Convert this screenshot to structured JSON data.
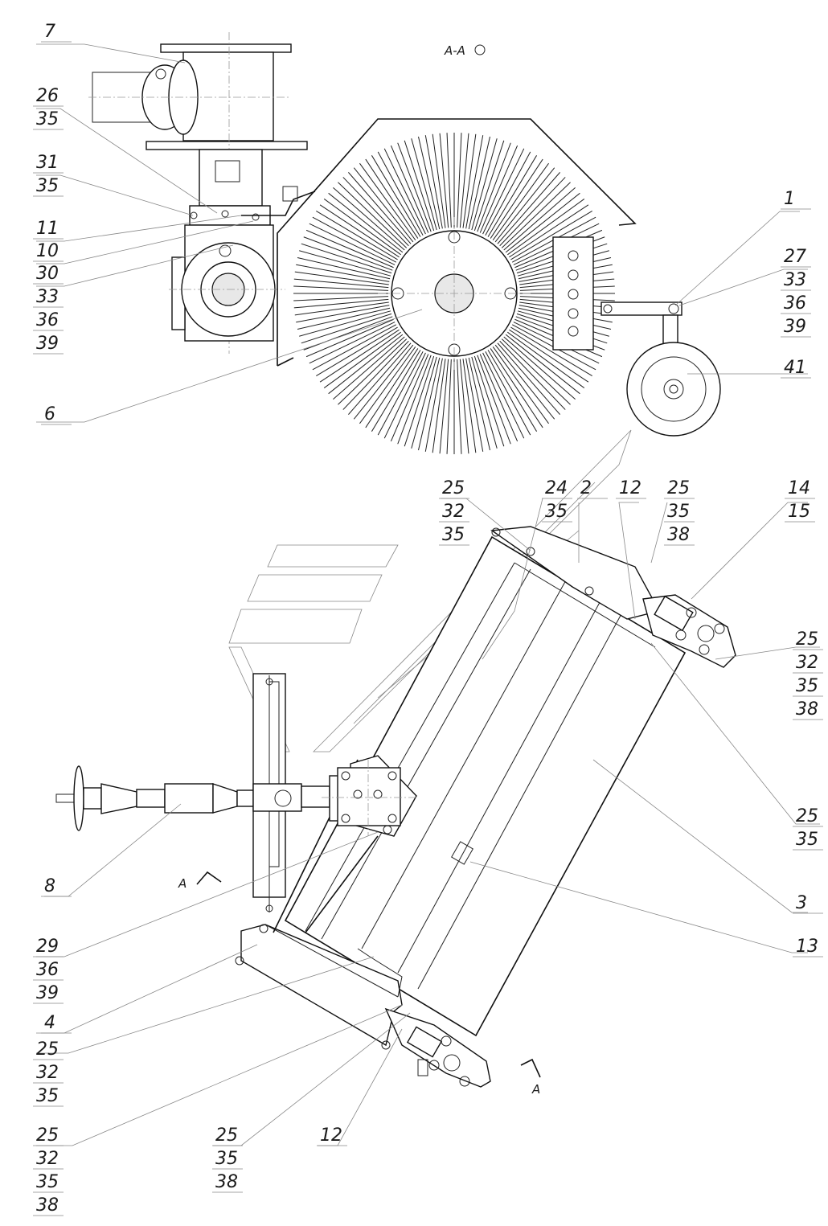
{
  "section_title": "A-A",
  "section_mark": "A",
  "section_mark_bottom": "A",
  "callouts": [
    {
      "id": "c7",
      "lines": [
        "7"
      ]
    },
    {
      "id": "c26",
      "lines": [
        "26",
        "35"
      ]
    },
    {
      "id": "c31",
      "lines": [
        "31",
        "35"
      ]
    },
    {
      "id": "c11",
      "lines": [
        "11"
      ]
    },
    {
      "id": "c10",
      "lines": [
        "10"
      ]
    },
    {
      "id": "c30",
      "lines": [
        "30",
        "33",
        "36",
        "39"
      ]
    },
    {
      "id": "c6",
      "lines": [
        "6"
      ]
    },
    {
      "id": "c1",
      "lines": [
        "1"
      ]
    },
    {
      "id": "c27",
      "lines": [
        "27",
        "33",
        "36",
        "39"
      ]
    },
    {
      "id": "c41",
      "lines": [
        "41"
      ]
    },
    {
      "id": "c25a",
      "lines": [
        "25",
        "32",
        "35"
      ]
    },
    {
      "id": "c24",
      "lines": [
        "24",
        "35"
      ]
    },
    {
      "id": "c2",
      "lines": [
        "2"
      ]
    },
    {
      "id": "c12a",
      "lines": [
        "12"
      ]
    },
    {
      "id": "c25b",
      "lines": [
        "25",
        "35",
        "38"
      ]
    },
    {
      "id": "c14",
      "lines": [
        "14",
        "15"
      ]
    },
    {
      "id": "c25c",
      "lines": [
        "25",
        "32",
        "35",
        "38"
      ]
    },
    {
      "id": "c25d",
      "lines": [
        "25",
        "35"
      ]
    },
    {
      "id": "c3",
      "lines": [
        "3"
      ]
    },
    {
      "id": "c13",
      "lines": [
        "13"
      ]
    },
    {
      "id": "c8",
      "lines": [
        "8"
      ]
    },
    {
      "id": "c29",
      "lines": [
        "29",
        "36",
        "39"
      ]
    },
    {
      "id": "c4",
      "lines": [
        "4"
      ]
    },
    {
      "id": "c25e",
      "lines": [
        "25",
        "32",
        "35"
      ]
    },
    {
      "id": "c25f",
      "lines": [
        "25",
        "32",
        "35",
        "38"
      ]
    },
    {
      "id": "c25g",
      "lines": [
        "25",
        "35",
        "38"
      ]
    },
    {
      "id": "c12b",
      "lines": [
        "12"
      ]
    }
  ]
}
